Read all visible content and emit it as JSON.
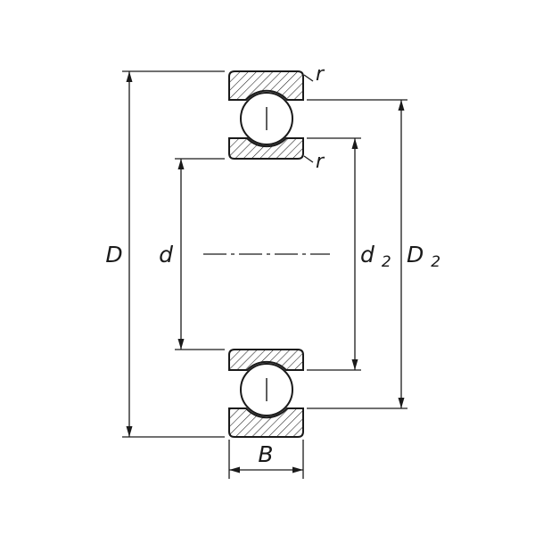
{
  "diagram": {
    "labels": {
      "outer_diameter": "D",
      "bore_diameter": "d",
      "d2_base": "d",
      "d2_sub": "2",
      "D2_base": "D",
      "D2_sub": "2",
      "width": "B",
      "radius_top": "r",
      "radius_mid": "r"
    },
    "colors": {
      "line": "#1a1a1a",
      "background": "#ffffff"
    }
  }
}
